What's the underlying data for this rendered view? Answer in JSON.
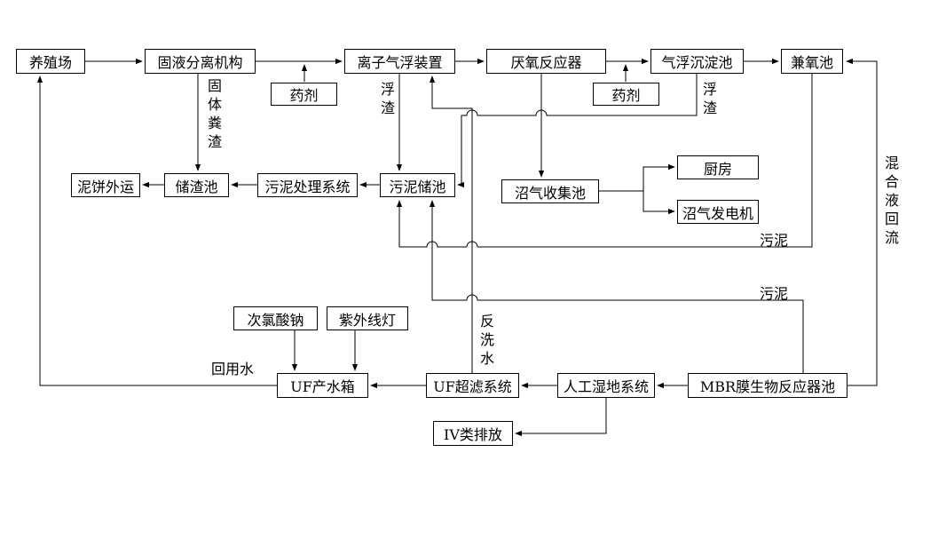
{
  "diagram": {
    "colors": {
      "line": "#000000",
      "background": "#ffffff",
      "text": "#000000"
    },
    "nodes": {
      "farm": {
        "label": "养殖场"
      },
      "solid_liquid_separator": {
        "label": "固液分离机构"
      },
      "chemical_1": {
        "label": "药剂"
      },
      "ion_flotation": {
        "label": "离子气浮装置"
      },
      "anaerobic_reactor": {
        "label": "厌氧反应器"
      },
      "chemical_2": {
        "label": "药剂"
      },
      "flotation_sedimentation": {
        "label": "气浮沉淀池"
      },
      "facultative_tank": {
        "label": "兼氧池"
      },
      "mud_cake_transport": {
        "label": "泥饼外运"
      },
      "slag_storage": {
        "label": "储渣池"
      },
      "sludge_treatment": {
        "label": "污泥处理系统"
      },
      "sludge_storage": {
        "label": "污泥储池"
      },
      "biogas_collection": {
        "label": "沼气收集池"
      },
      "kitchen": {
        "label": "厨房"
      },
      "biogas_generator": {
        "label": "沼气发电机"
      },
      "sodium_hypochlorite": {
        "label": "次氯酸钠"
      },
      "uv_lamp": {
        "label": "紫外线灯"
      },
      "uf_water_tank": {
        "label": "UF产水箱"
      },
      "uf_system": {
        "label": "UF超滤系统"
      },
      "wetland_system": {
        "label": "人工湿地系统"
      },
      "mbr": {
        "label": "MBR膜生物反应器池"
      },
      "class_iv_discharge": {
        "label": "IV类排放"
      }
    },
    "flow_labels": {
      "solid_manure": "固体粪渣",
      "scum_left": "浮渣",
      "scum_right": "浮渣",
      "sludge_upper": "污泥",
      "sludge_lower": "污泥",
      "mixed_liquor_return": "混合液回流",
      "backwash_water": "反洗水",
      "reuse_water": "回用水"
    },
    "edges": [
      {
        "from": "farm",
        "to": "solid_liquid_separator",
        "label": ""
      },
      {
        "from": "solid_liquid_separator",
        "to": "ion_flotation",
        "label": ""
      },
      {
        "from": "chemical_1",
        "to": "ion_flotation",
        "label": ""
      },
      {
        "from": "ion_flotation",
        "to": "anaerobic_reactor",
        "label": ""
      },
      {
        "from": "anaerobic_reactor",
        "to": "flotation_sedimentation",
        "label": ""
      },
      {
        "from": "chemical_2",
        "to": "flotation_sedimentation",
        "label": ""
      },
      {
        "from": "flotation_sedimentation",
        "to": "facultative_tank",
        "label": ""
      },
      {
        "from": "solid_liquid_separator",
        "to": "slag_storage",
        "label": "固体粪渣"
      },
      {
        "from": "slag_storage",
        "to": "mud_cake_transport",
        "label": ""
      },
      {
        "from": "sludge_treatment",
        "to": "slag_storage",
        "label": ""
      },
      {
        "from": "sludge_storage",
        "to": "sludge_treatment",
        "label": ""
      },
      {
        "from": "ion_flotation",
        "to": "sludge_storage",
        "label": "浮渣"
      },
      {
        "from": "flotation_sedimentation",
        "to": "sludge_storage",
        "label": "浮渣"
      },
      {
        "from": "anaerobic_reactor",
        "to": "biogas_collection",
        "label": ""
      },
      {
        "from": "biogas_collection",
        "to": "kitchen",
        "label": ""
      },
      {
        "from": "biogas_collection",
        "to": "biogas_generator",
        "label": ""
      },
      {
        "from": "facultative_tank",
        "to": "sludge_storage",
        "label": "污泥"
      },
      {
        "from": "mbr",
        "to": "sludge_storage",
        "label": "污泥"
      },
      {
        "from": "mbr",
        "to": "facultative_tank",
        "label": "混合液回流"
      },
      {
        "from": "mbr",
        "to": "wetland_system",
        "label": ""
      },
      {
        "from": "wetland_system",
        "to": "uf_system",
        "label": ""
      },
      {
        "from": "uf_system",
        "to": "uf_water_tank",
        "label": ""
      },
      {
        "from": "uf_system",
        "to": "ion_flotation",
        "label": "反洗水"
      },
      {
        "from": "sodium_hypochlorite",
        "to": "uf_water_tank",
        "label": ""
      },
      {
        "from": "uv_lamp",
        "to": "uf_water_tank",
        "label": ""
      },
      {
        "from": "uf_water_tank",
        "to": "farm",
        "label": "回用水"
      },
      {
        "from": "wetland_system",
        "to": "class_iv_discharge",
        "label": ""
      }
    ]
  }
}
